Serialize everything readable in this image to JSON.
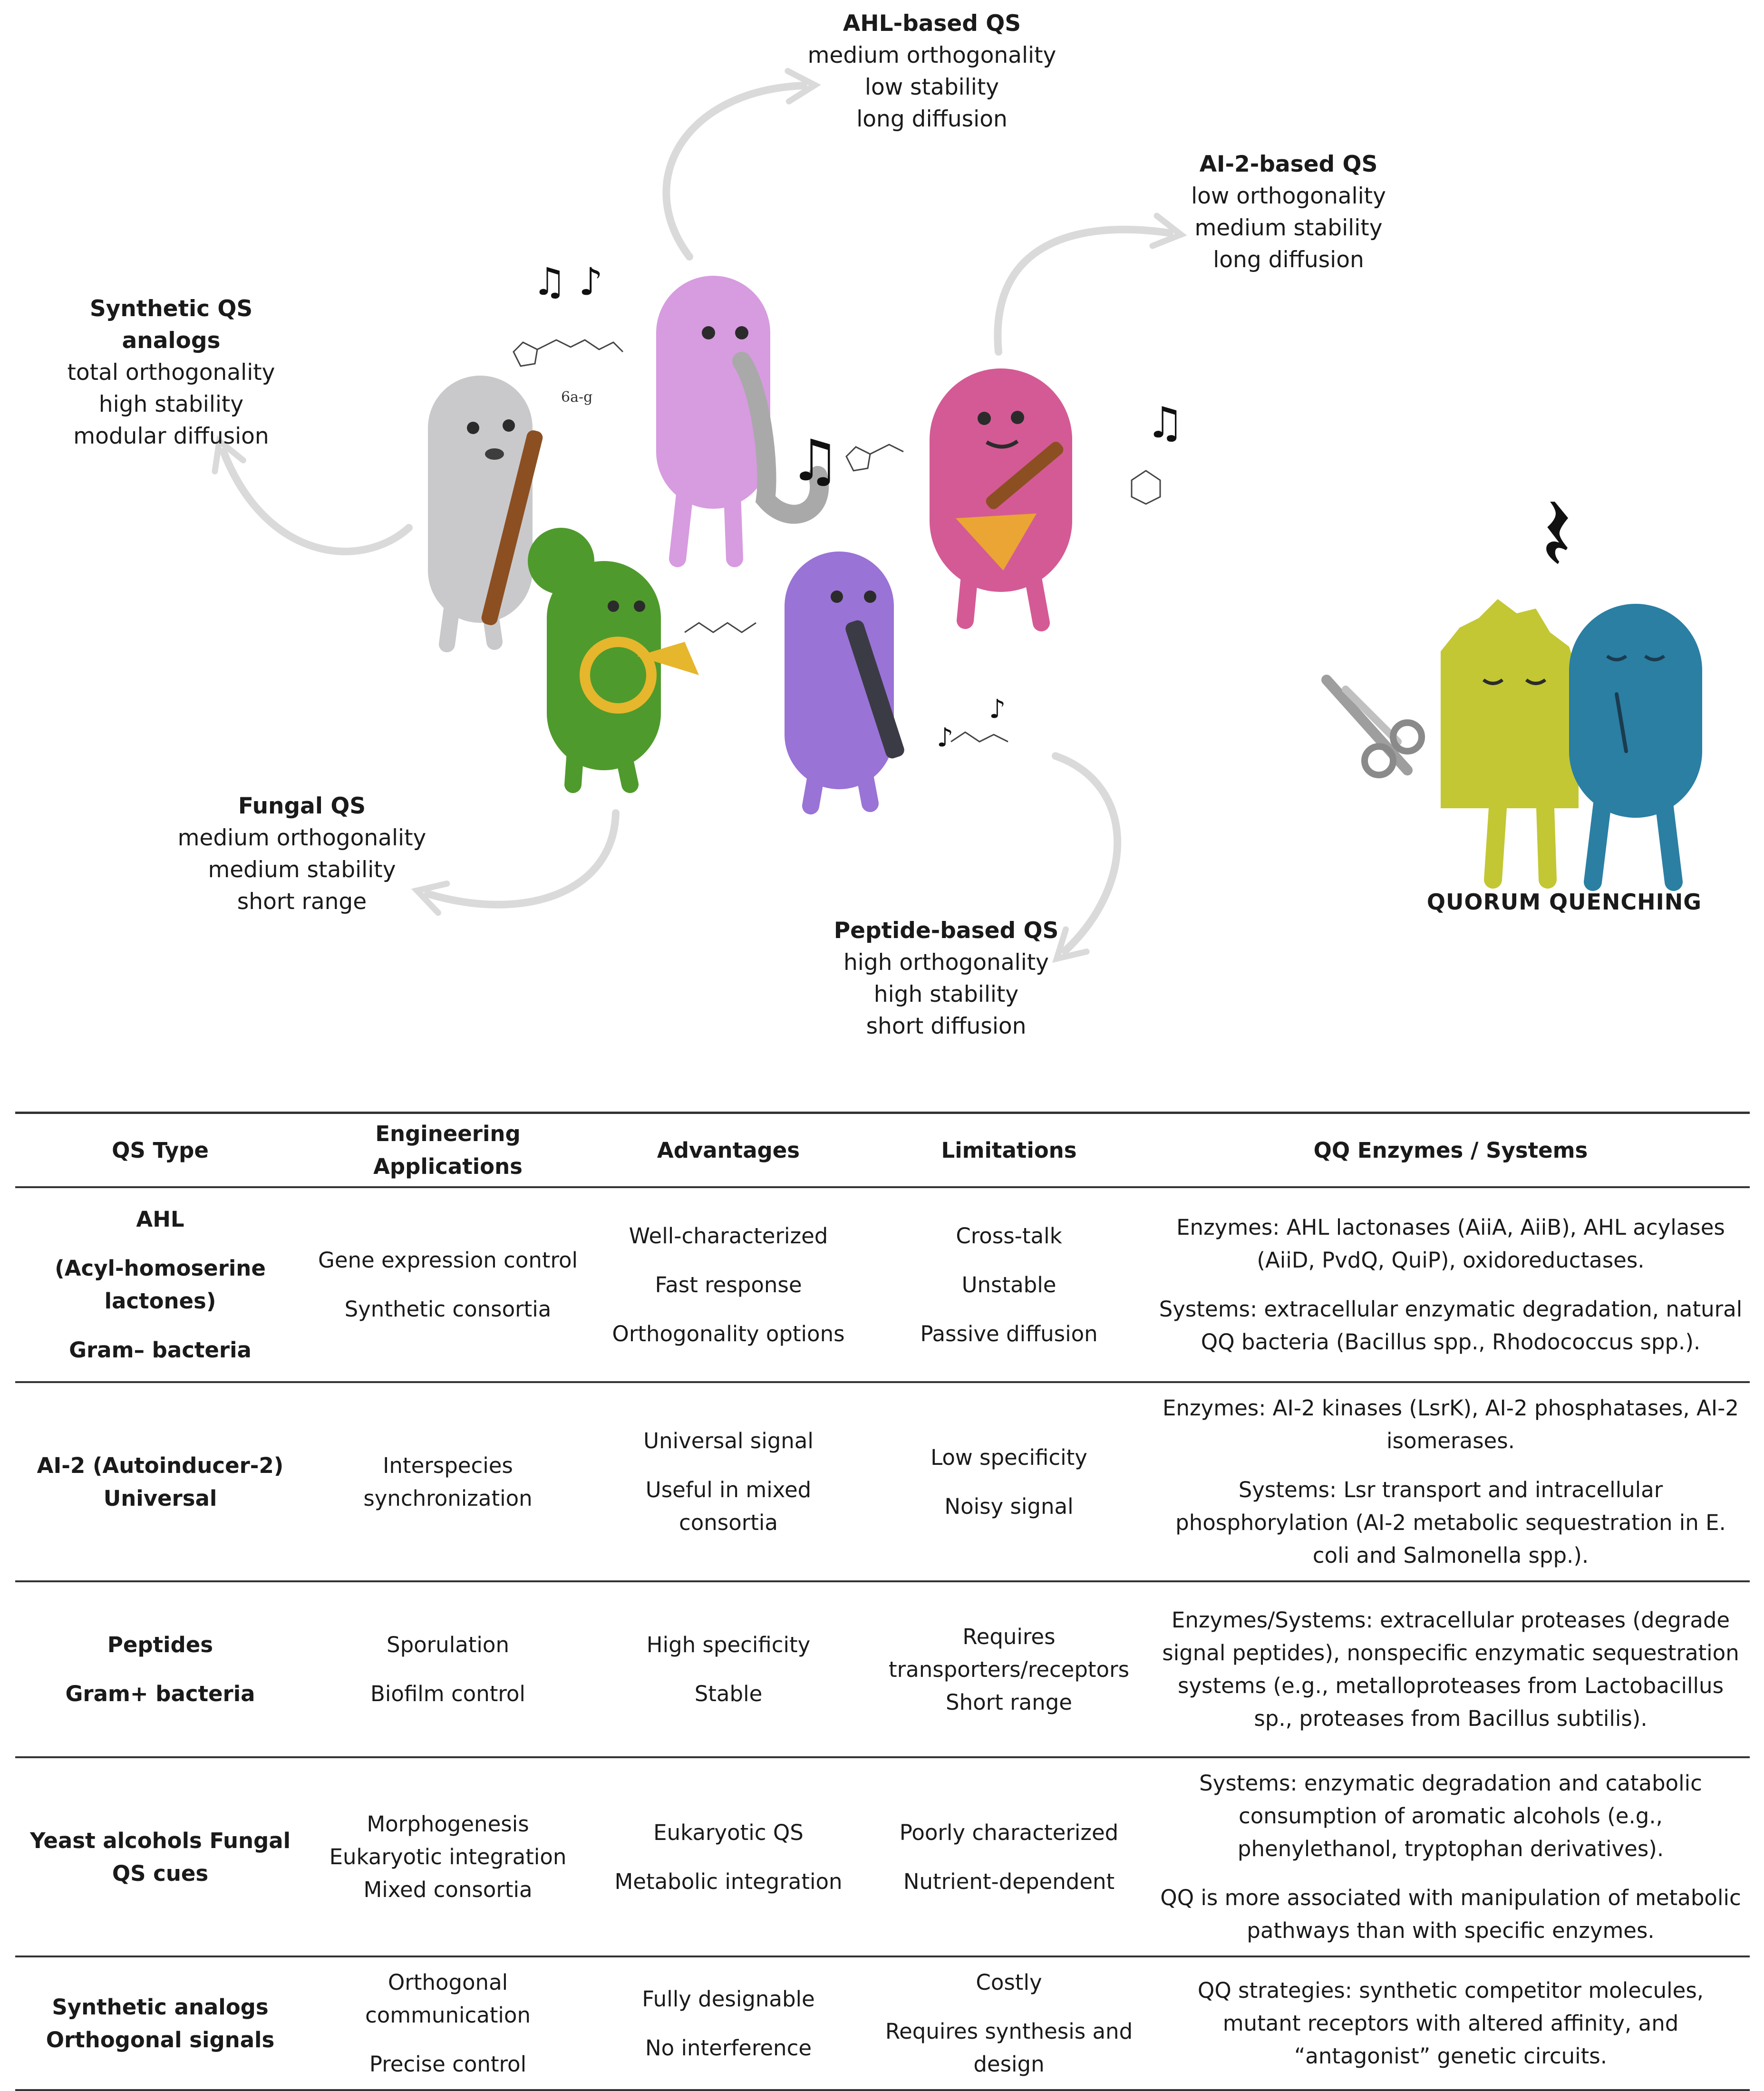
{
  "labels": {
    "ahl": {
      "title": "AHL-based QS",
      "lines": [
        "medium orthogonality",
        "low stability",
        "long diffusion"
      ]
    },
    "ai2": {
      "title": "AI-2-based QS",
      "lines": [
        "low orthogonality",
        "medium stability",
        "long diffusion"
      ]
    },
    "synthetic": {
      "title": "Synthetic QS analogs",
      "lines": [
        "total orthogonality",
        "high stability",
        "modular diffusion"
      ]
    },
    "fungal": {
      "title": "Fungal QS",
      "lines": [
        "medium orthogonality",
        "medium stability",
        "short range"
      ]
    },
    "peptide": {
      "title": "Peptide-based QS",
      "lines": [
        "high orthogonality",
        "high stability",
        "short diffusion"
      ]
    },
    "quorum_quenching": "QUORUM QUENCHING",
    "molecule_6a": "6a-g"
  },
  "table": {
    "headers": [
      "QS Type",
      "Engineering Applications",
      "Advantages",
      "Limitations",
      "QQ Enzymes / Systems"
    ],
    "rows": [
      {
        "type": [
          "AHL",
          "(Acyl-homoserine lactones)",
          "Gram– bacteria"
        ],
        "applications": [
          "Gene expression control",
          "Synthetic consortia"
        ],
        "advantages": [
          "Well-characterized",
          "Fast response",
          "Orthogonality options"
        ],
        "limitations": [
          "Cross-talk",
          "Unstable",
          "Passive diffusion"
        ],
        "qq": [
          "Enzymes: AHL lactonases (AiiA, AiiB), AHL acylases (AiiD, PvdQ, QuiP), oxidoreductases.",
          "Systems: extracellular enzymatic degradation, natural QQ bacteria (Bacillus spp., Rhodococcus spp.)."
        ]
      },
      {
        "type": [
          "AI-2 (Autoinducer-2) Universal"
        ],
        "applications": [
          "Interspecies synchronization"
        ],
        "advantages": [
          "Universal signal",
          "Useful in mixed consortia"
        ],
        "limitations": [
          "Low specificity",
          "Noisy signal"
        ],
        "qq": [
          "Enzymes: AI-2 kinases (LsrK), AI-2 phosphatases, AI-2 isomerases.",
          "Systems: Lsr transport and intracellular phosphorylation (AI-2 metabolic sequestration in E. coli and Salmonella spp.)."
        ]
      },
      {
        "type": [
          "Peptides",
          "Gram+ bacteria"
        ],
        "applications": [
          "Sporulation",
          "Biofilm control"
        ],
        "advantages": [
          "High specificity",
          "Stable"
        ],
        "limitations": [
          "Requires transporters/receptors Short range"
        ],
        "qq": [
          "Enzymes/Systems: extracellular proteases (degrade signal peptides), nonspecific enzymatic sequestration systems (e.g., metalloproteases from Lactobacillus sp., proteases from Bacillus subtilis)."
        ]
      },
      {
        "type": [
          "Yeast alcohols Fungal QS cues"
        ],
        "applications": [
          "Morphogenesis Eukaryotic integration Mixed consortia"
        ],
        "advantages": [
          "Eukaryotic QS",
          "Metabolic integration"
        ],
        "limitations": [
          "Poorly characterized",
          "Nutrient-dependent"
        ],
        "qq": [
          "Systems: enzymatic degradation and catabolic consumption of aromatic alcohols (e.g., phenylethanol, tryptophan derivatives).",
          "QQ is more associated with manipulation of metabolic pathways than with specific enzymes."
        ]
      },
      {
        "type": [
          "Synthetic analogs Orthogonal signals"
        ],
        "applications": [
          "Orthogonal communication",
          "Precise control"
        ],
        "advantages": [
          "Fully designable",
          "No interference"
        ],
        "limitations": [
          "Costly",
          "Requires synthesis and design"
        ],
        "qq": [
          "QQ strategies: synthetic competitor molecules, mutant receptors with altered affinity, and “antagonist” genetic circuits."
        ]
      }
    ]
  },
  "colors": {
    "grey_cell": "#c9c9cc",
    "purple_cell": "#d79be0",
    "pink_cell": "#d45a95",
    "green_cell": "#4f9a2c",
    "violet_cell": "#9a73d6",
    "yellow_cell": "#c3c733",
    "teal_cell": "#2a7fa3",
    "arrow": "#dadada"
  }
}
